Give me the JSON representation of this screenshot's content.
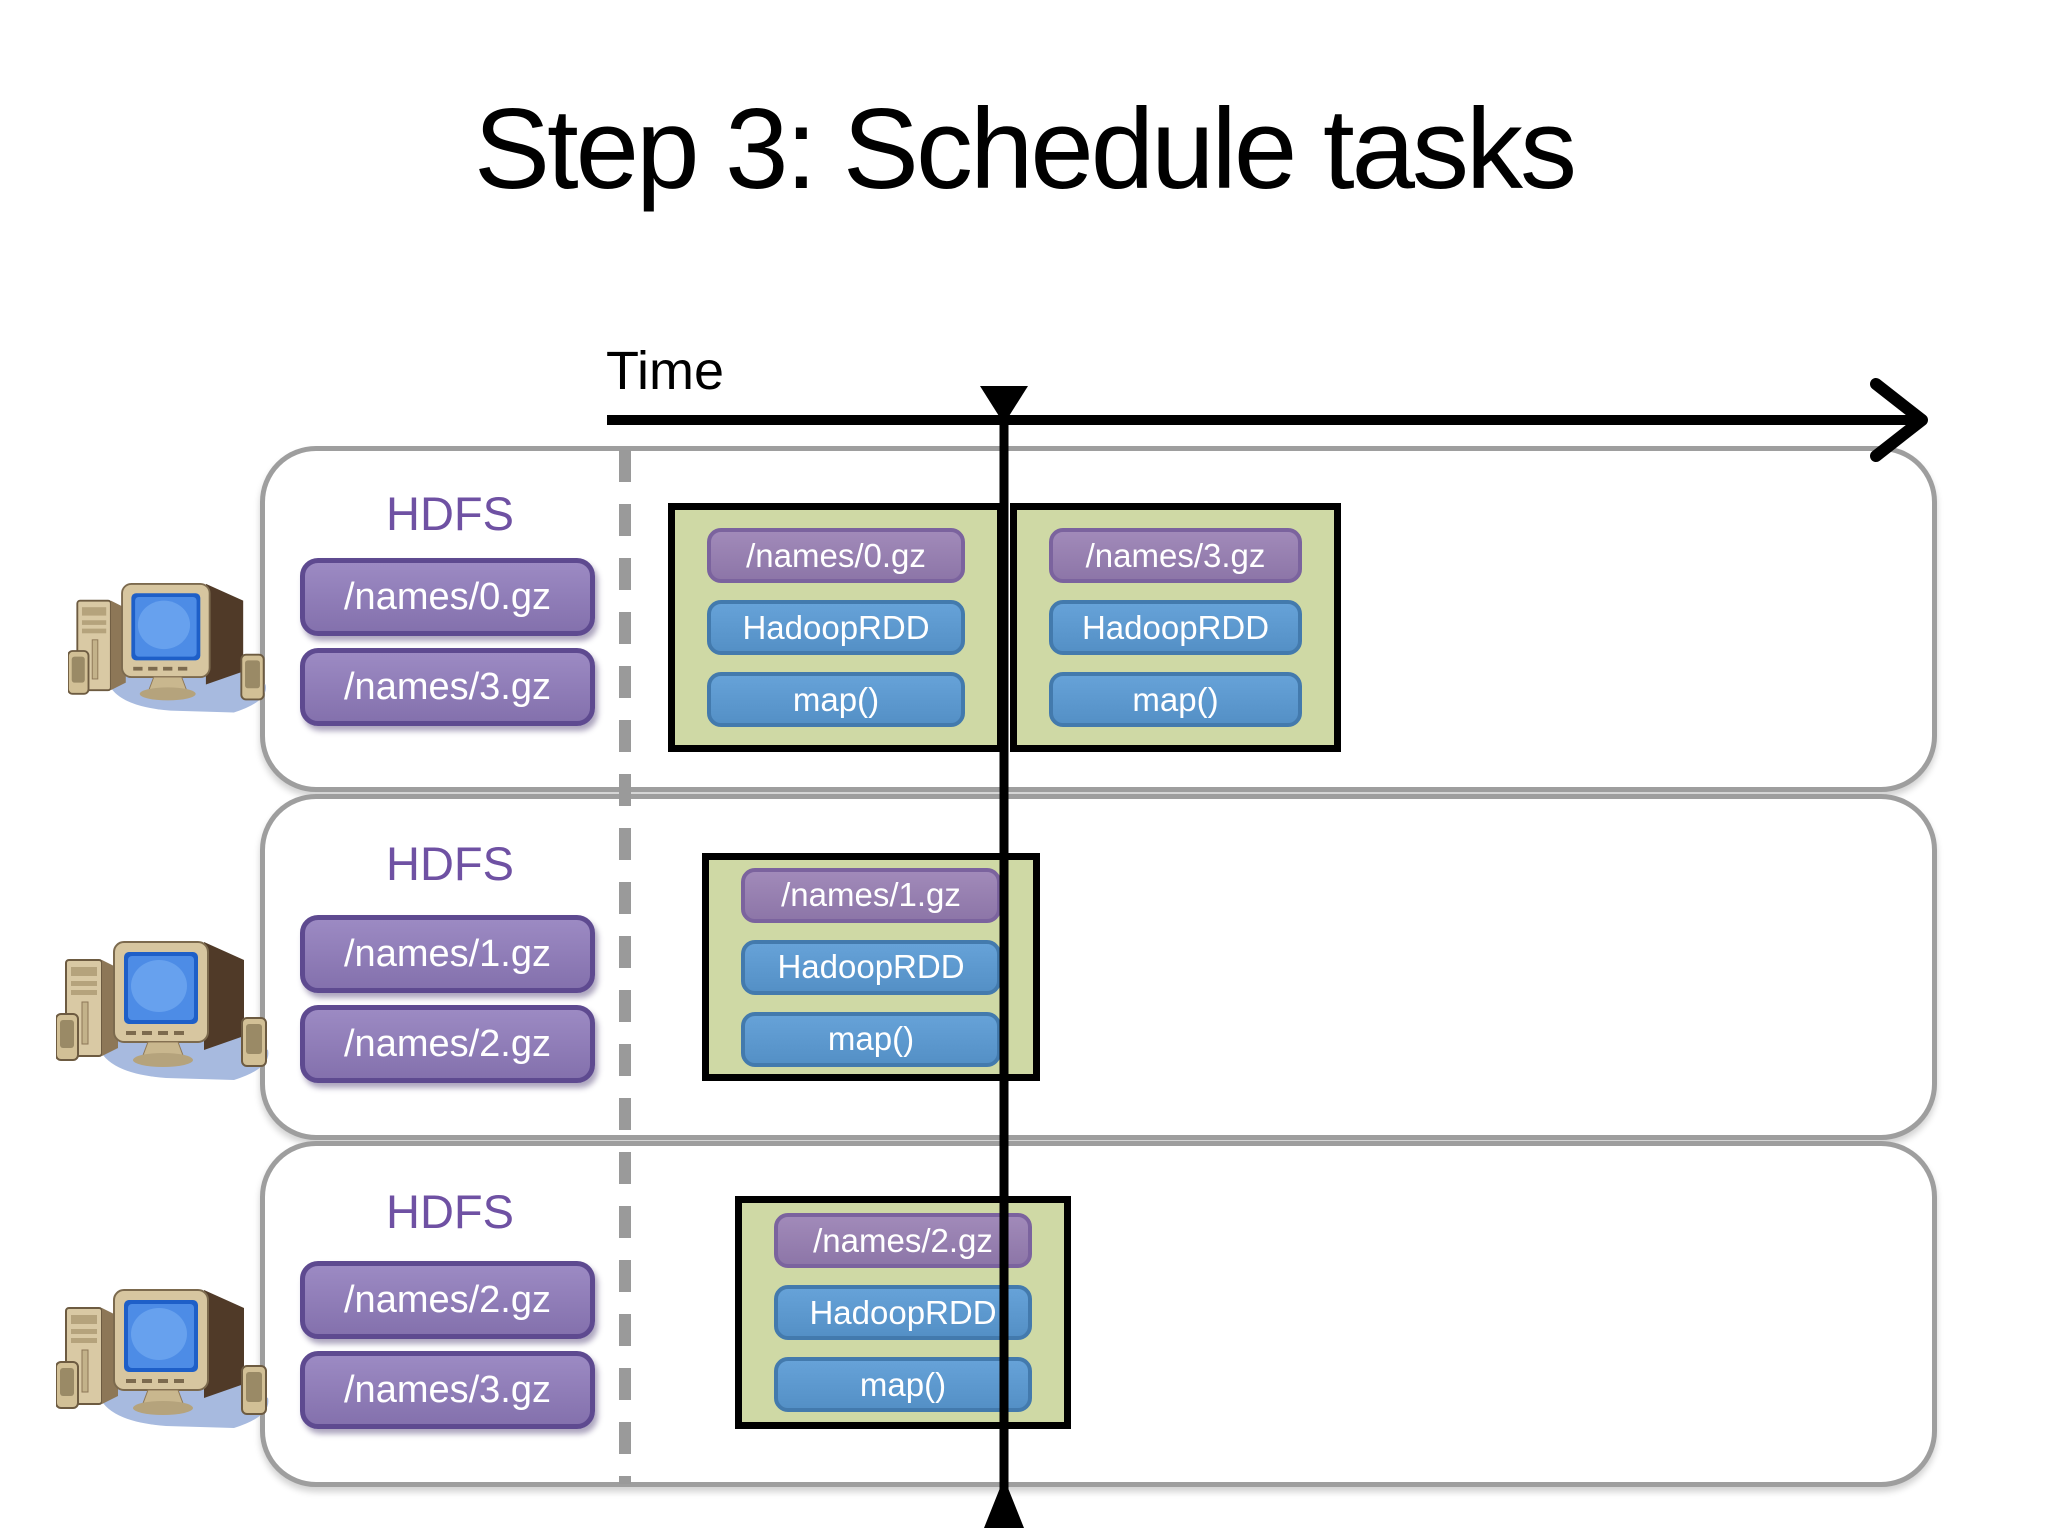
{
  "slide": {
    "title": "Step 3: Schedule tasks"
  },
  "timeline": {
    "label": "Time"
  },
  "machines": [
    {
      "hdfs_label": "HDFS",
      "files": [
        "/names/0.gz",
        "/names/3.gz"
      ],
      "tasks": [
        {
          "file": "/names/0.gz",
          "rdd": "HadoopRDD",
          "op": "map()"
        },
        {
          "file": "/names/3.gz",
          "rdd": "HadoopRDD",
          "op": "map()"
        }
      ]
    },
    {
      "hdfs_label": "HDFS",
      "files": [
        "/names/1.gz",
        "/names/2.gz"
      ],
      "tasks": [
        {
          "file": "/names/1.gz",
          "rdd": "HadoopRDD",
          "op": "map()"
        }
      ]
    },
    {
      "hdfs_label": "HDFS",
      "files": [
        "/names/2.gz",
        "/names/3.gz"
      ],
      "tasks": [
        {
          "file": "/names/2.gz",
          "rdd": "HadoopRDD",
          "op": "map()"
        }
      ]
    }
  ],
  "colors": {
    "hdfs_text": "#6f51a3",
    "file_box_fill": "#8e7ab6",
    "file_box_border": "#5e4a90",
    "task_container_fill": "#cfd9a5",
    "task_container_border": "#000000",
    "rdd_box_fill": "#5d9bd3",
    "rdd_box_border": "#437aad",
    "row_border": "#9e9e9e",
    "stage_boundary": "#9a9a9a",
    "timeline": "#000000"
  }
}
